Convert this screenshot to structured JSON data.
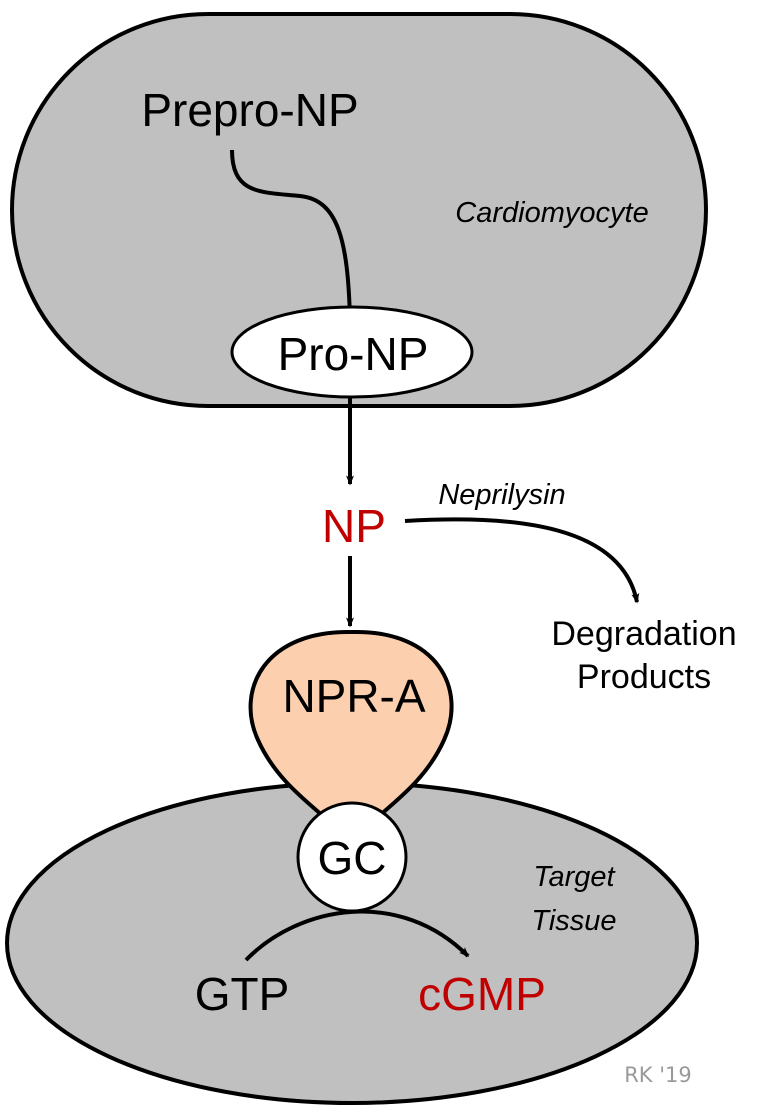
{
  "labels": {
    "prepro_np": "Prepro-NP",
    "cardiomyocyte": "Cardiomyocyte",
    "pro_np": "Pro-NP",
    "np": "NP",
    "neprilysin": "Neprilysin",
    "degradation_line1": "Degradation",
    "degradation_line2": "Products",
    "npr_a": "NPR-A",
    "gc": "GC",
    "target_line1": "Target",
    "target_line2": "Tissue",
    "gtp": "GTP",
    "cgmp": "cGMP",
    "signature": "RK '19"
  },
  "colors": {
    "cell_fill": "#c0c0c0",
    "receptor_fill": "#fcd0ae",
    "highlight_red": "#c00000",
    "signature_gray": "#9a9a9a",
    "stroke": "#000000"
  }
}
